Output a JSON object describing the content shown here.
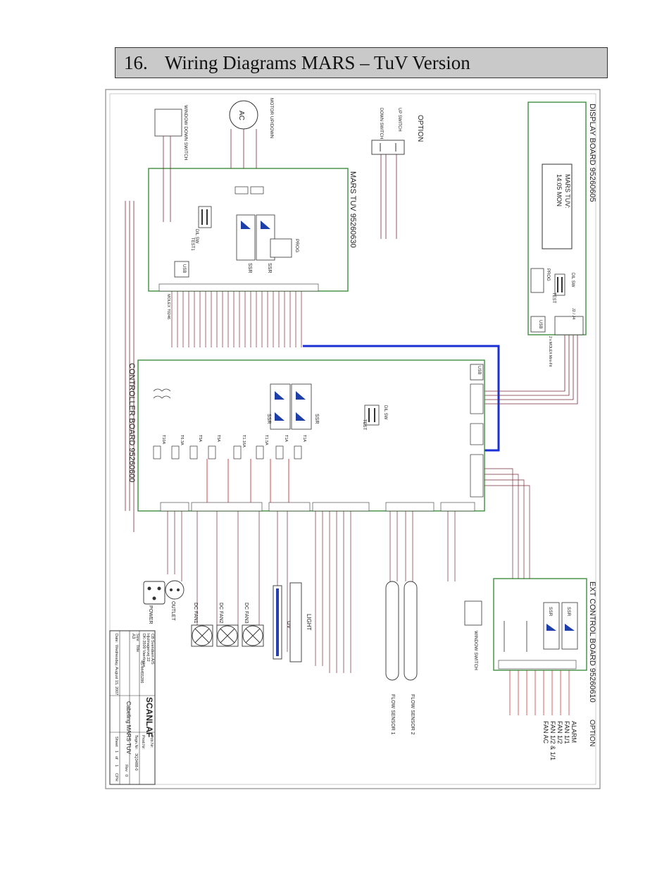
{
  "header": {
    "number": "16.",
    "title": "Wiring Diagrams MARS – TuV Version"
  },
  "boards": {
    "display": {
      "title": "DISPLAY BOARD 95260605",
      "lcd_line1": "MARS TUV:",
      "lcd_line2": "14:05 MON",
      "dil_sw": "DIL SW",
      "test": "TEST",
      "prog": "PROG",
      "usb": "USB",
      "connector": "J2 / J4",
      "molex": "2 x MOLEX Mini-Fit"
    },
    "mars": {
      "title": "MARS TUV 95260630",
      "dil_sw": "DIL SW",
      "test": "TEST1",
      "prog": "PROG",
      "ssr1": "SSR",
      "ssr2": "SSR",
      "usb": "USB",
      "molex": "MOLEX 70246"
    },
    "controller": {
      "title": "CONTROLLER BOARD 95260600",
      "dil_sw": "DIL SW",
      "test": "TEST",
      "ssr1": "SSR",
      "ssr2": "SSR",
      "usb": "USB"
    },
    "ext": {
      "title": "EXT CONTROL BOARD 95260610",
      "option": "OPTION",
      "ssr1": "SSR",
      "ssr2": "SSR"
    }
  },
  "components": {
    "motor": "MOTOR UP/DOWN",
    "motor_symbol": "AC",
    "window_switch_top": "WINDOW DOWN SWITCH",
    "option": "OPTION",
    "up_switch": "UP SWITCH",
    "down_switch": "DOWN SWITCH",
    "power": "POWER",
    "outlet": "OUTLET",
    "fan1": "DC FAN1",
    "fan2": "DC FAN2",
    "fan3": "DC FAN3",
    "uv": "UV",
    "light": "LIGHT",
    "flow_sensor_1": "FLOW SENSOR 1",
    "flow_sensor_2": "FLOW SENSOR 2",
    "window_switch_bottom": "WINDOW SWITCH"
  },
  "ext_outputs": [
    "ALARM",
    "FAN 1/1",
    "FAN 1/2",
    "FAN 1/2 & 1/1",
    "FAN AC"
  ],
  "fuses": [
    "T10A",
    "T6.3A",
    "T5A",
    "T5A",
    "T1.16A",
    "T1.5A",
    "T1A",
    "T1A"
  ],
  "title_block": {
    "company": "SCANLAF",
    "address_lines": [
      "CB Svendsen A/S",
      "Hjulmagervej 22",
      "DK-3500 Vaerloese",
      "45-44455286"
    ],
    "size_label": "Size",
    "size": "A3",
    "title_label": "Title",
    "title": "Cabeling MARS TUV",
    "date_label": "Date:",
    "date": "Wednesday, August 15, 2007",
    "sheet_label": "Sheet",
    "sheet": "1",
    "of": "of",
    "sheets": "1",
    "pcb_label": "Pcb.Nr:",
    "prod_label": "Prod.Nr:",
    "tegn_label": "Tegn.Nr:",
    "tegn": "3Q3488-0",
    "rev_label": "Rev",
    "rev": "0",
    "drawn": "CPH"
  },
  "colors": {
    "board_green": "#3e8e3e",
    "wire_red": "#c81e1e",
    "wire_dark": "#7a2b3a",
    "bus_blue": "#1a2fd6"
  }
}
